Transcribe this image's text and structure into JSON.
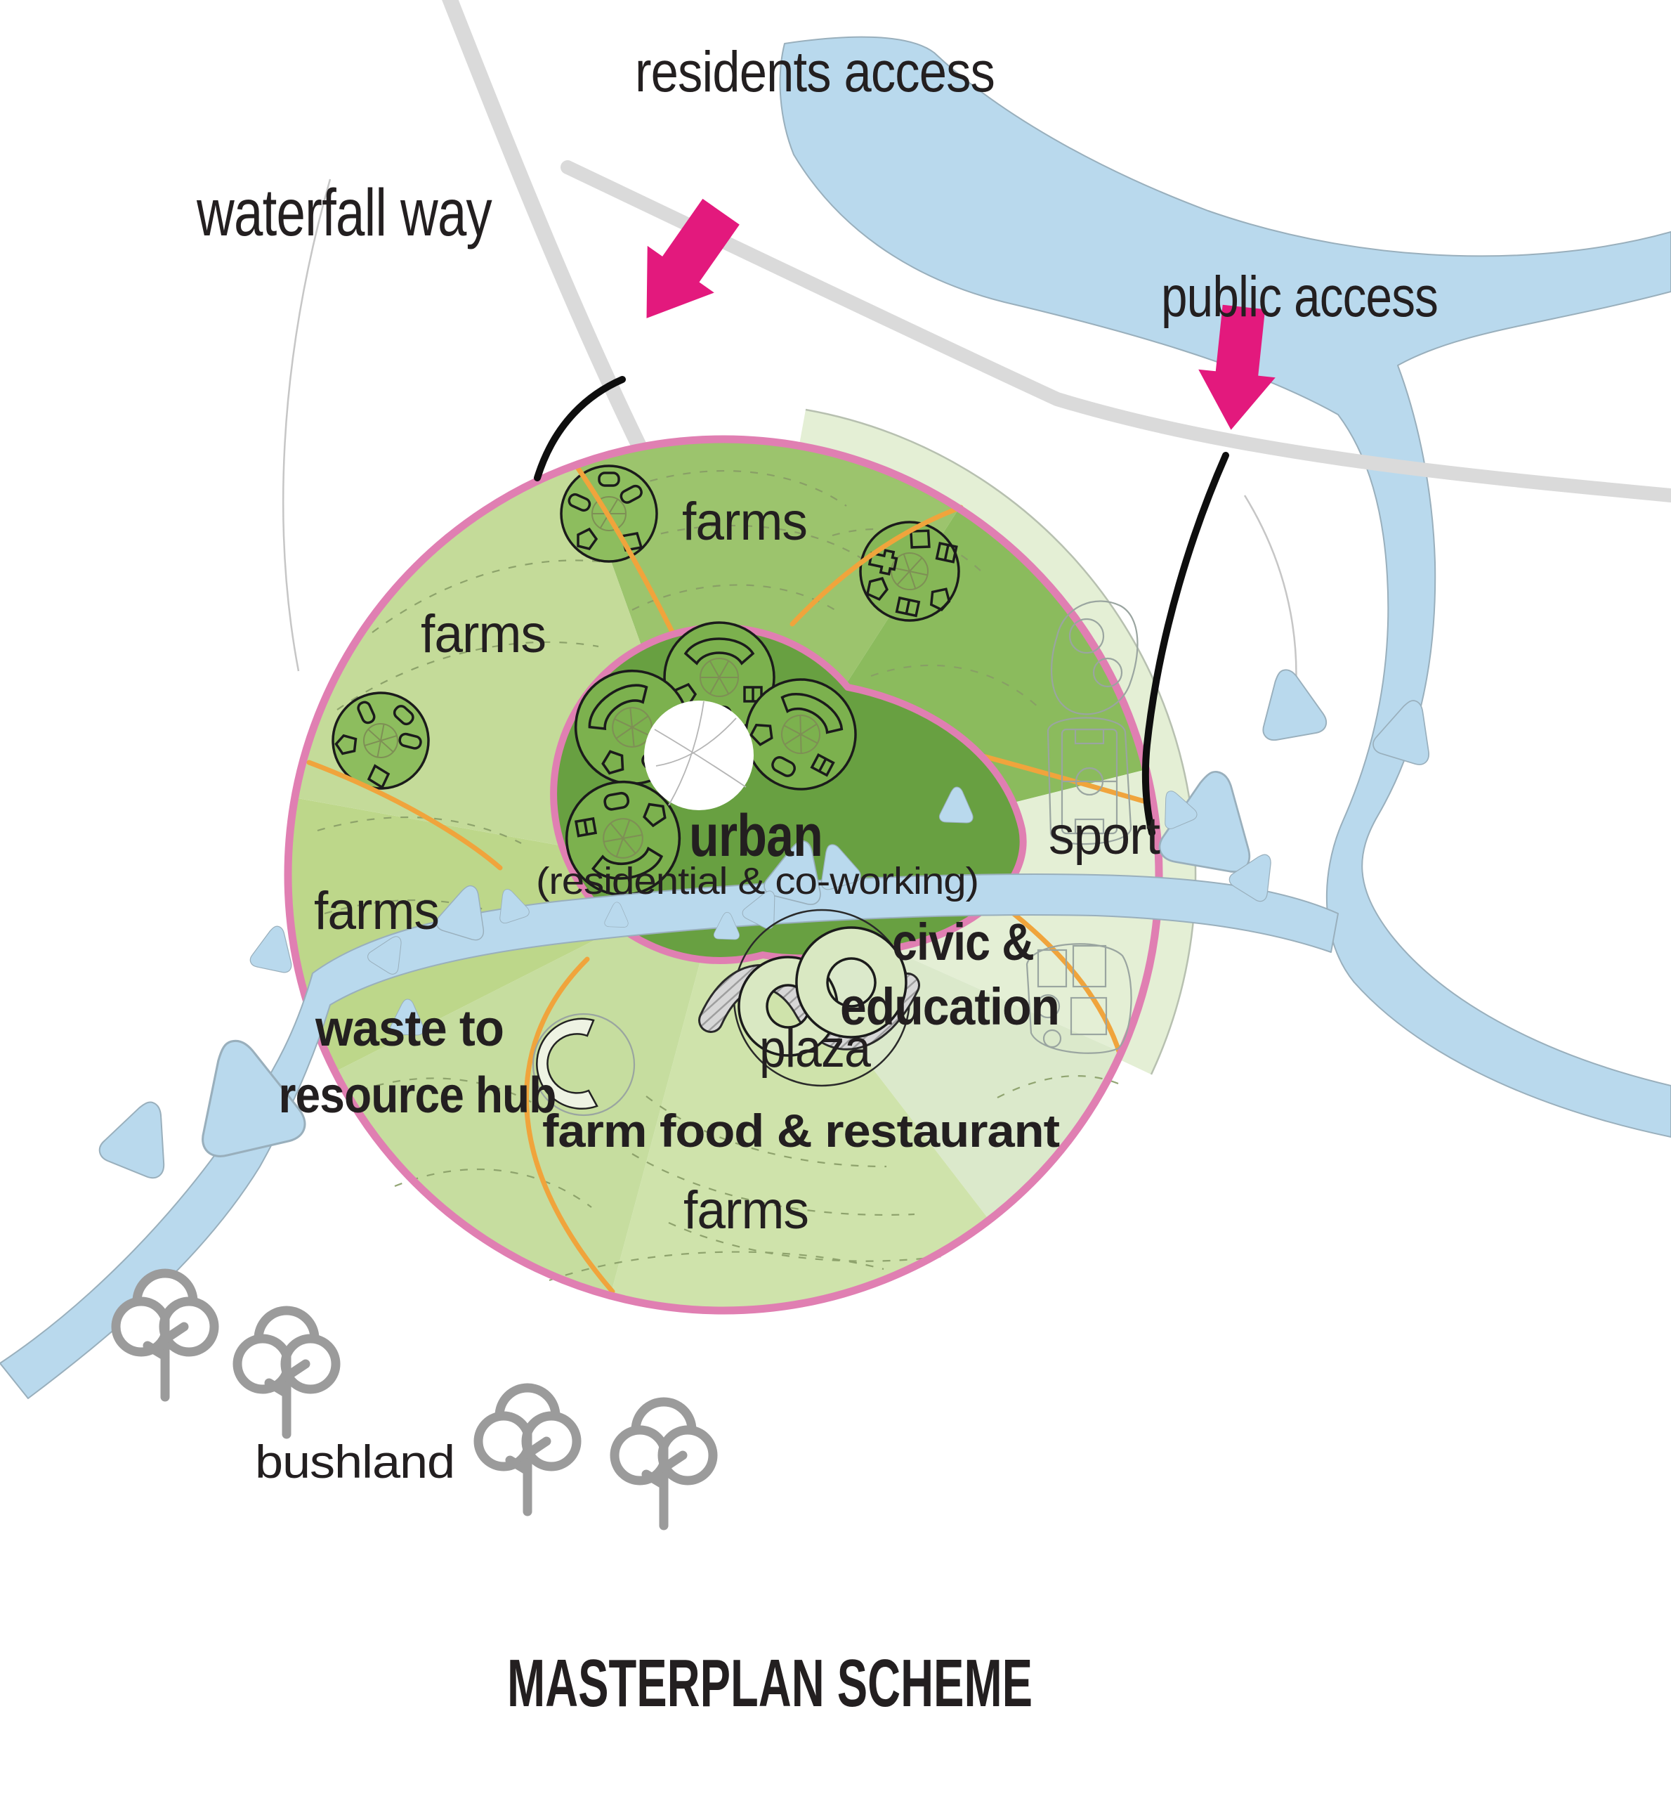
{
  "title": "MASTERPLAN SCHEME",
  "labels": {
    "waterfall_way": "waterfall way",
    "residents_access": "residents access",
    "public_access": "public access",
    "farms_top": "farms",
    "farms_upper_left": "farms",
    "farms_left": "farms",
    "farms_bottom": "farms",
    "urban": "urban",
    "urban_sub": "(residential & co-working)",
    "sport": "sport",
    "civic_line1": "civic &",
    "civic_line2": "education",
    "plaza": "plaza",
    "farm_food": "farm food & restaurant",
    "waste_line1": "waste to",
    "waste_line2": "resource hub",
    "bushland": "bushland"
  },
  "colors": {
    "ring_pink": "#e07fb2",
    "access_magenta": "#e3197d",
    "river_blue": "#b9d9ed",
    "river_edge": "#99afbc",
    "road_gray": "#dadada",
    "orange_path": "#f0a43c",
    "urban_dark_green": "#68a041",
    "village_green": "#7cb14e",
    "farms_medium": "#9cc46d",
    "farms_light": "#bdd78a",
    "sport_pale": "#e4efd5",
    "tree_gray": "#9b9b9b",
    "text_dark": "#231f20"
  }
}
